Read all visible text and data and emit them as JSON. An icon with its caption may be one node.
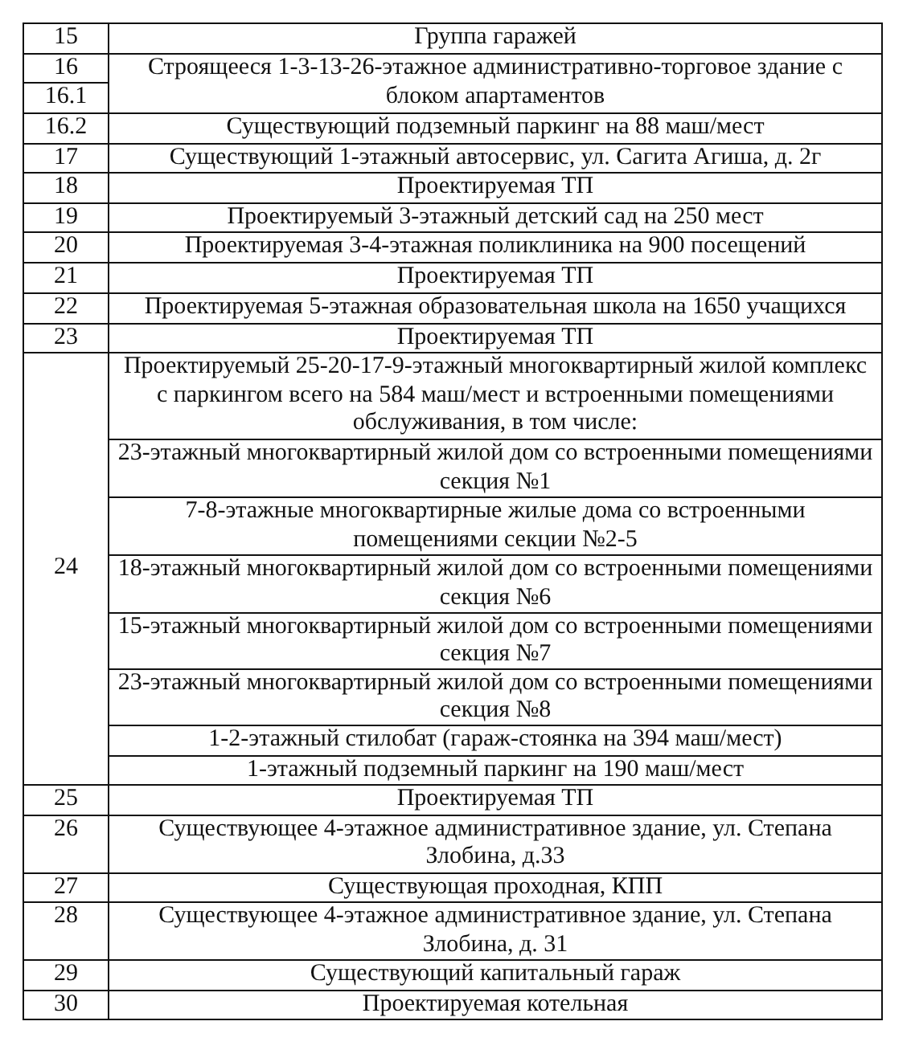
{
  "diagram": {
    "labels": [
      "15",
      "Группа гаражей",
      "16",
      "Строящееся 1-3-13-26-этажное административно-торговое здание с блоком апартаментов",
      "16.1",
      "16.2",
      "Существующий подземный паркинг на 88 маш/мест",
      "17",
      "Существующий 1-этажный автосервис, ул. Сагита Агиша, д. 2г",
      "18",
      "Проектируемая ТП",
      "19",
      "Проектируемый 3-этажный детский сад на 250 мест",
      "20",
      "Проектируемая 3-4-этажная поликлиника на 900 посещений",
      "21",
      "Проектируемая ТП",
      "22",
      "Проектируемая 5-этажная образовательная школа на 1650 учащихся",
      "23",
      "Проектируемая ТП",
      "24",
      "Проектируемый 25-20-17-9-этажный многоквартирный жилой комплекс с паркингом всего на 584 маш/мест и встроенными помещениями обслуживания, в том числе:",
      "23-этажный многоквартирный жилой дом со встроенными помещениями секция №1",
      "7-8-этажные многоквартирные жилые дома со встроенными помещениями секции №2-5",
      "18-этажный многоквартирный жилой дом со встроенными помещениями секция №6",
      "15-этажный многоквартирный жилой дом со встроенными помещениями секция №7",
      "23-этажный многоквартирный жилой дом со встроенными помещениями секция №8",
      "1-2-этажный стилобат (гараж-стоянка на 394 маш/мест)",
      "1-этажный подземный паркинг на 190 маш/мест",
      "25",
      "Проектируемая ТП",
      "26",
      "Существующее 4-этажное административное здание, ул. Степана Злобина, д.33",
      "27",
      "Существующая проходная, КПП",
      "28",
      "Существующее 4-этажное административное здание, ул. Степана Злобина, д. 31",
      "29",
      "Существующий капитальный гараж",
      "30",
      "Проектируемая котельная"
    ]
  }
}
